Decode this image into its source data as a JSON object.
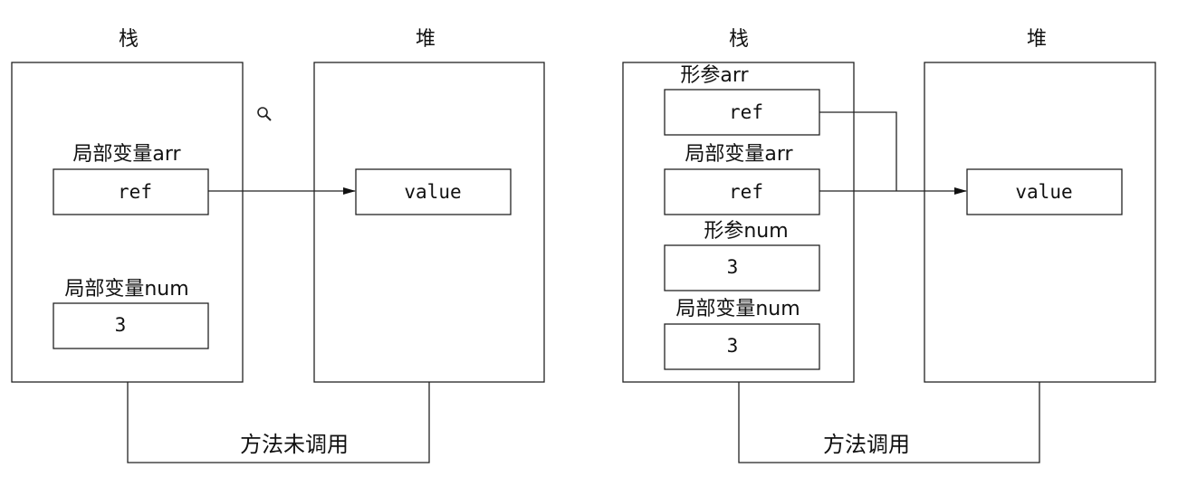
{
  "left_panel": {
    "stack_title": "栈",
    "heap_title": "堆",
    "local_arr_label": "局部变量arr",
    "local_arr_value": "ref",
    "local_num_label": "局部变量num",
    "local_num_value": "3",
    "heap_value": "value",
    "caption": "方法未调用"
  },
  "right_panel": {
    "stack_title": "栈",
    "heap_title": "堆",
    "param_arr_label": "形参arr",
    "param_arr_value": "ref",
    "local_arr_label": "局部变量arr",
    "local_arr_value": "ref",
    "param_num_label": "形参num",
    "param_num_value": "3",
    "local_num_label": "局部变量num",
    "local_num_value": "3",
    "heap_value": "value",
    "caption": "方法调用"
  },
  "icons": {
    "zoom_cursor": "magnifier-icon"
  }
}
